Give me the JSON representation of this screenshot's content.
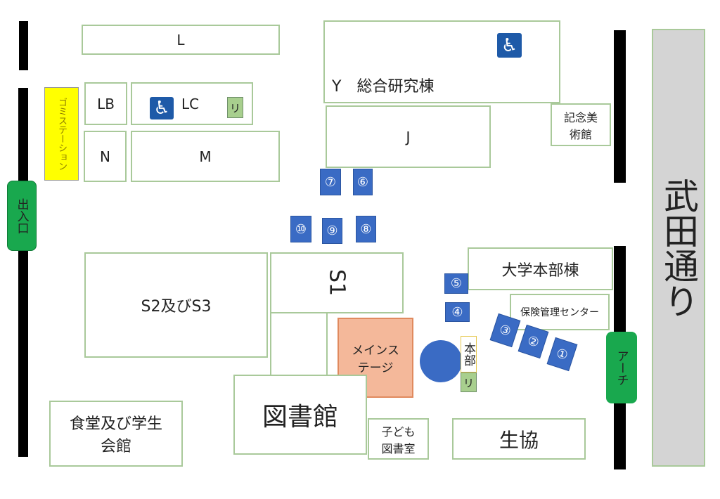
{
  "roads": {
    "main_street": "武田通り",
    "entrance": "出入口",
    "arch": "アーチ"
  },
  "facilities": {
    "garbage_station": "ゴミステーション",
    "headquarters": "本部",
    "rest": "リ"
  },
  "buildings": {
    "L": "L",
    "LB": "LB",
    "LC": "LC",
    "N": "N",
    "M": "M",
    "Y": "Y　総合研究棟",
    "J": "J",
    "museum": "記念美術館",
    "S2S3": "S2及びS3",
    "S1": "S1",
    "main_stage": "メインステージ",
    "library": "図書館",
    "kids_library": "子ども図書室",
    "coop": "生協",
    "cafeteria": "食堂及び学生会館",
    "admin": "大学本部棟",
    "health": "保険管理センター"
  },
  "booths": [
    "①",
    "②",
    "③",
    "④",
    "⑤",
    "⑥",
    "⑦",
    "⑧",
    "⑨",
    "⑩"
  ],
  "icons": {
    "accessible": "wheelchair-icon"
  },
  "colors": {
    "booth": "#3a6bc4",
    "stage": "#f4b89a",
    "garbage": "#ffff00",
    "gate": "#19a84e",
    "road": "#d4d4d4"
  }
}
